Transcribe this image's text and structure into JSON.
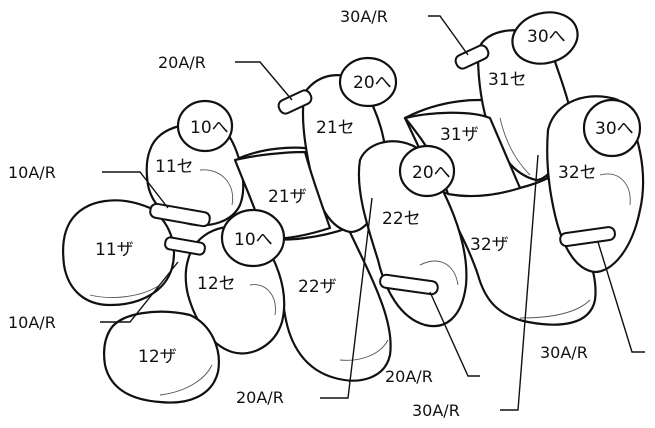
{
  "parts": {
    "s10_back": "10へ",
    "s11_seat": "11セ",
    "s11_cushion": "11ザ",
    "s10_back_b": "10へ",
    "s12_seat": "12セ",
    "s12_cushion": "12ザ",
    "s20_back": "20へ",
    "s21_seat": "21セ",
    "s21_cushion": "21ザ",
    "s20_back_b": "20へ",
    "s22_seat": "22セ",
    "s22_cushion": "22ザ",
    "s30_back": "30へ",
    "s31_seat": "31セ",
    "s31_cushion": "31ザ",
    "s30_back_b": "30へ",
    "s32_seat": "32セ",
    "s32_cushion": "32ザ"
  },
  "callouts": {
    "c10_top": "10A/R",
    "c10_bottom": "10A/R",
    "c20_top": "20A/R",
    "c20_right": "20A/R",
    "c20_bottom": "20A/R",
    "c30_top": "30A/R",
    "c30_right": "30A/R",
    "c30_bottom": "30A/R"
  },
  "colors": {
    "line": "#111111",
    "background": "#ffffff"
  }
}
